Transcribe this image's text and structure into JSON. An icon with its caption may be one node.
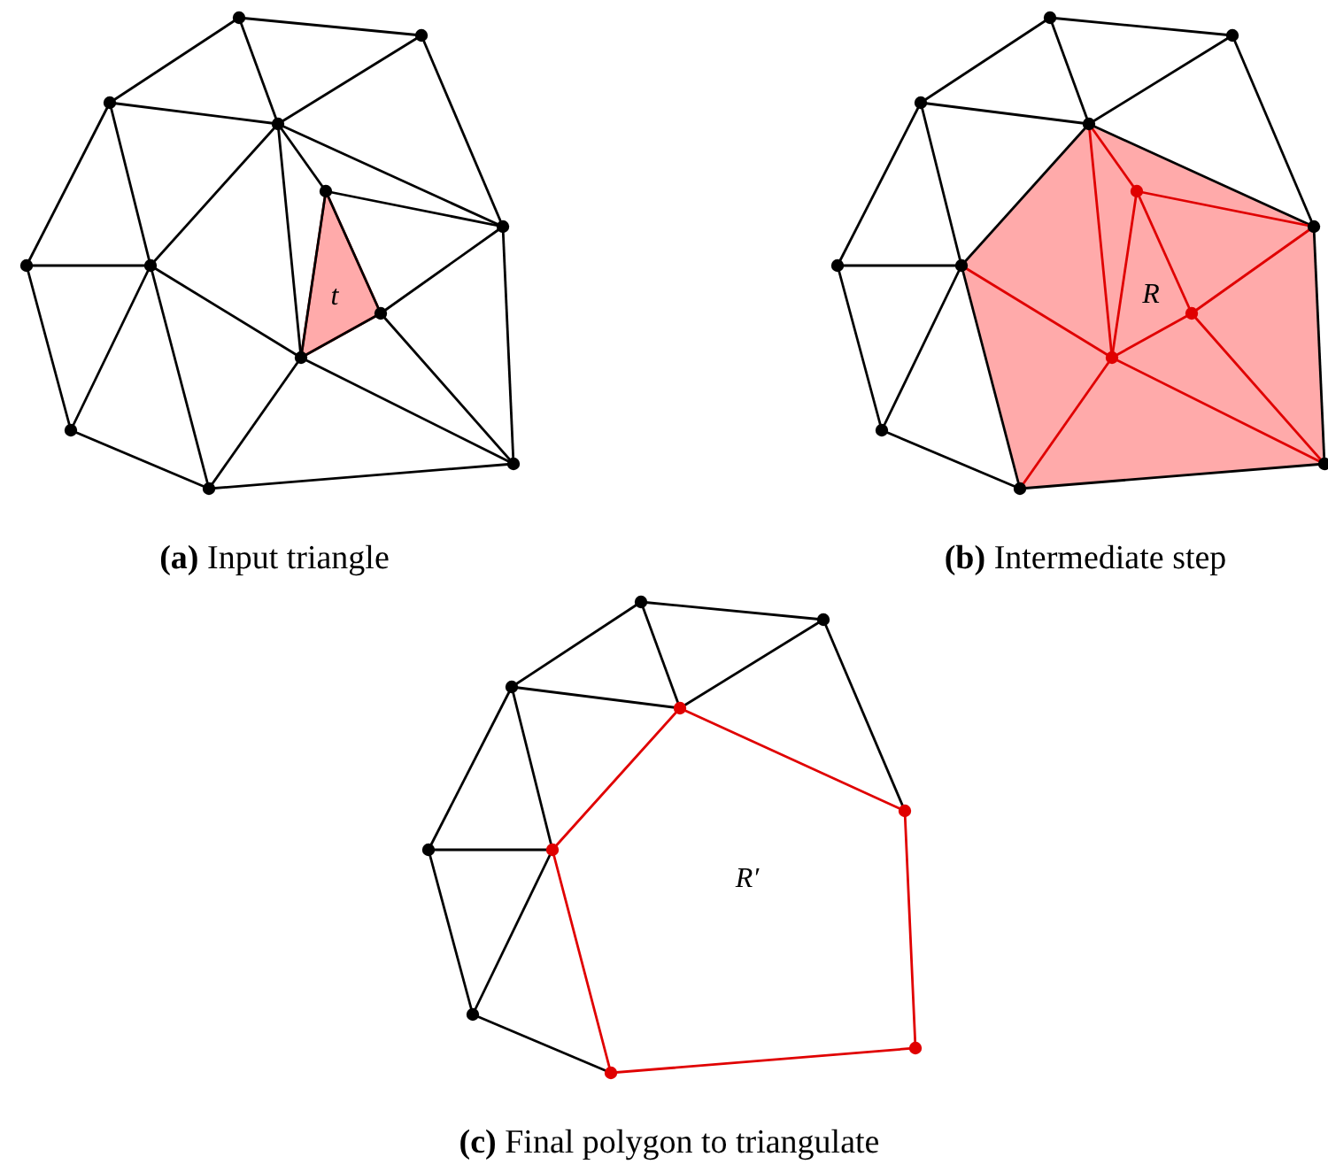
{
  "diagram": {
    "labels": [
      "t",
      "R",
      "**(a)** Input triangle",
      "**(b)** Intermediate step",
      "R′",
      "**(c)** Final polygon to triangulate"
    ]
  }
}
